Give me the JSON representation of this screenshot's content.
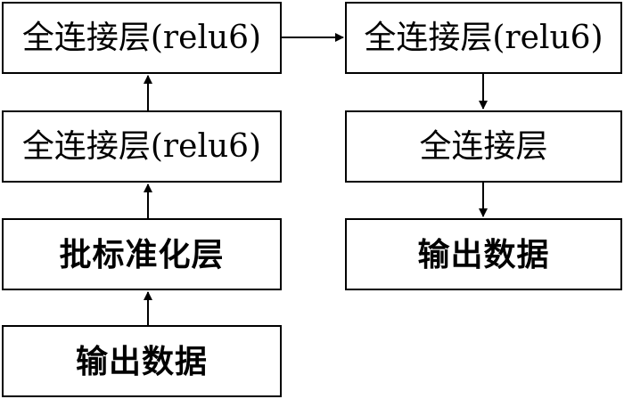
{
  "nodes": {
    "left_top": "全连接层(relu6)",
    "left_mid": "全连接层(relu6)",
    "left_bn": "批标准化层",
    "left_input": "输出数据",
    "right_top": "全连接层(relu6)",
    "right_fc": "全连接层",
    "right_output": "输出数据"
  }
}
